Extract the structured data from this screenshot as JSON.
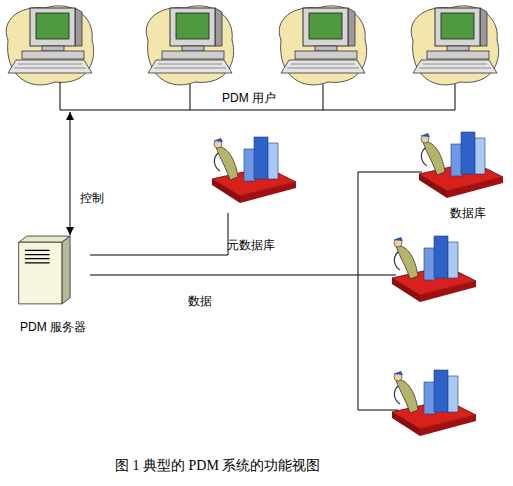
{
  "diagram": {
    "caption": "图 1 典型的 PDM 系统的功能视图",
    "nodes": [
      {
        "text": [
          "PDM 用户"
        ]
      },
      {
        "text": [
          "元数据库"
        ]
      },
      {
        "text": [
          "数据库"
        ]
      },
      {
        "text": [
          "PDM 服务器"
        ]
      }
    ],
    "edges": [
      {
        "from": 3,
        "to": 0,
        "arrow": "both",
        "label": "控制"
      },
      {
        "from": 3,
        "to": 1,
        "arrow": "none"
      },
      {
        "from": 3,
        "to": 2,
        "arrow": "none",
        "label": "数据"
      }
    ]
  }
}
